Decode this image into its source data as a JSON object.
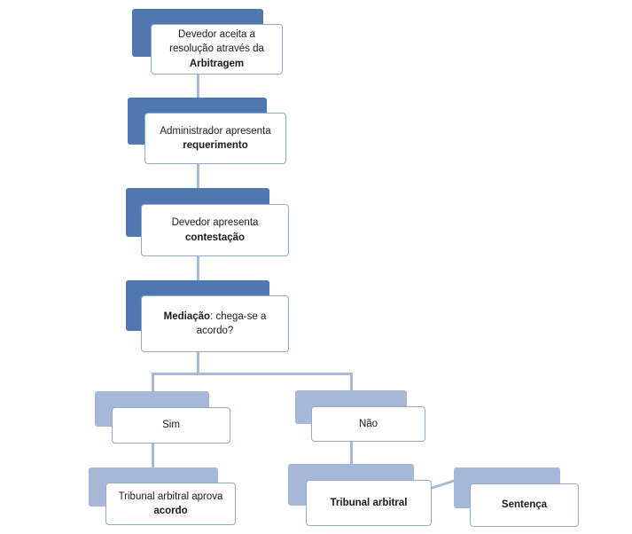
{
  "nodes": {
    "n1": {
      "text": "Devedor aceita a resolução através da",
      "bold": "Arbitragem"
    },
    "n2": {
      "text": "Administrador apresenta",
      "bold": "requerimento"
    },
    "n3": {
      "text": "Devedor apresenta",
      "bold": "contestação"
    },
    "n4": {
      "bold": "Mediação",
      "text": ": chega-se a acordo?"
    },
    "n5": {
      "text": "Sim"
    },
    "n6": {
      "text": "Não"
    },
    "n7": {
      "text": "Tribunal arbitral aprova",
      "bold": "acordo"
    },
    "n8": {
      "bold": "Tribunal arbitral"
    },
    "n9": {
      "bold": "Sentença"
    }
  },
  "colors": {
    "tab_dark": "#4f77b0",
    "tab_light": "#a6b8d9",
    "box_border": "#8ea9d2",
    "connector": "#a9b9d6"
  }
}
